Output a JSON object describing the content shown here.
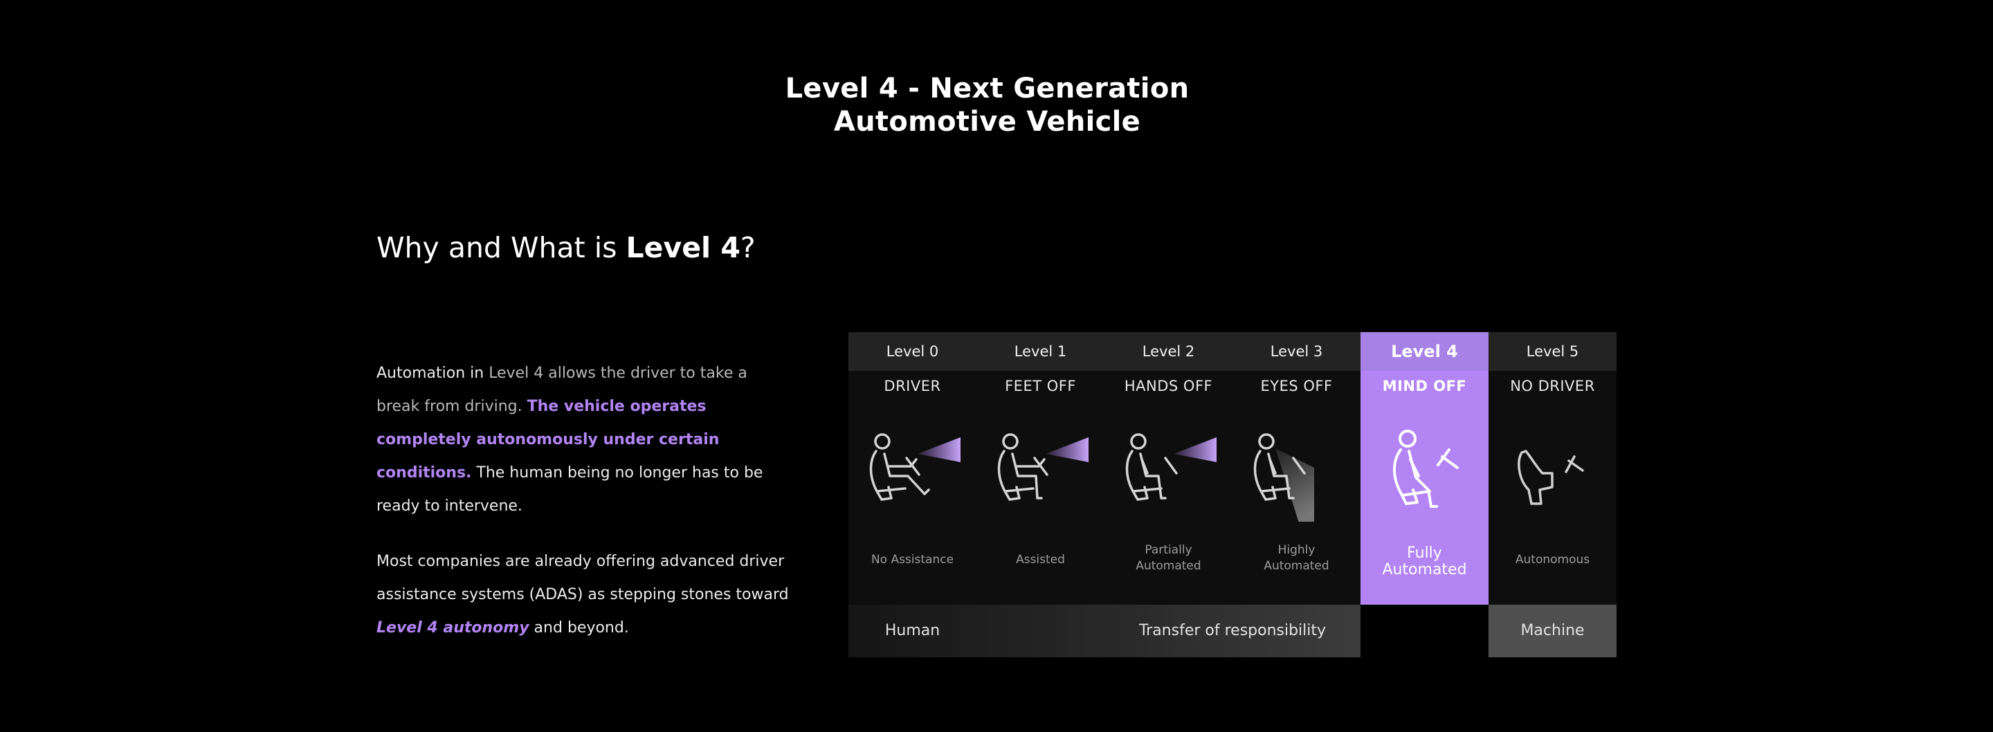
{
  "title": {
    "line1": "Level 4 - Next Generation",
    "line2": "Automotive Vehicle"
  },
  "heading": {
    "prefix": "Why and What is ",
    "bold": "Level 4",
    "suffix": "?"
  },
  "paragraph1": {
    "t1": "Automation in ",
    "t2": "Level 4 allows the driver to take a break from driving. ",
    "highlight": "The vehicle operates completely autonomously under certain conditions.",
    "t3": " The human being no longer has to be ready to intervene."
  },
  "paragraph2": {
    "t1": "Most companies are already offering advanced driver assistance systems (ADAS) as stepping stones toward ",
    "highlight": "Level 4 autonomy",
    "t2": " and beyond."
  },
  "levels": [
    {
      "level": "Level 0",
      "name": "DRIVER",
      "caption": "No Assistance",
      "icon": "driver-hands-feet-icon"
    },
    {
      "level": "Level 1",
      "name": "FEET OFF",
      "caption": "Assisted",
      "icon": "feet-off-icon"
    },
    {
      "level": "Level 2",
      "name": "HANDS OFF",
      "caption": "Partially\nAutomated",
      "icon": "hands-off-icon"
    },
    {
      "level": "Level 3",
      "name": "EYES OFF",
      "caption": "Highly\nAutomated",
      "icon": "eyes-off-icon"
    },
    {
      "level": "Level 4",
      "name": "MIND OFF",
      "caption": "Fully\nAutomated",
      "icon": "mind-off-icon"
    },
    {
      "level": "Level 5",
      "name": "NO DRIVER",
      "caption": "Autonomous",
      "icon": "empty-seat-icon"
    }
  ],
  "footer": {
    "human": "Human",
    "transfer": "Transfer of responsibility",
    "machine": "Machine"
  },
  "colors": {
    "accent": "#b284f4",
    "background": "#000000",
    "panel": "#0e0e0e",
    "header": "#232323"
  }
}
